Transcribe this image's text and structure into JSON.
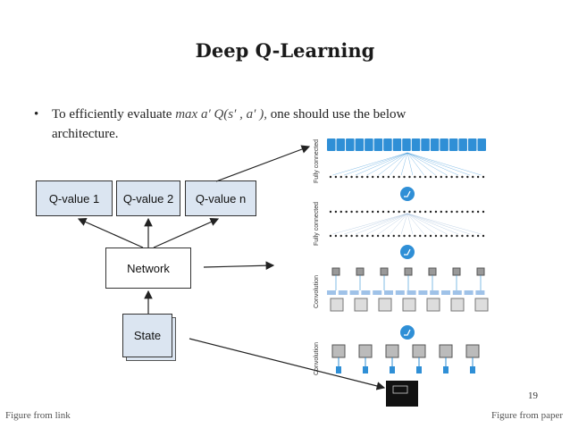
{
  "slide": {
    "title": "Deep Q-Learning",
    "bullet_prefix": "To efficiently evaluate ",
    "bullet_math": "max a′ Q(s′ , a′ ),",
    "bullet_suffix": "  one should use the below",
    "bullet_line2": "architecture.",
    "page_number": "19"
  },
  "diagram": {
    "q_values": [
      "Q-value 1",
      "Q-value 2",
      "Q-value n"
    ],
    "network_label": "Network",
    "state_label": "State",
    "box_fill": "#dbe5f1"
  },
  "paper_figure": {
    "layer_labels": [
      "Fully connected",
      "Fully connected",
      "Convolution",
      "Convolution"
    ],
    "accent": "#2f8fd6"
  },
  "footer": {
    "left": "Figure from link",
    "right": "Figure from paper"
  }
}
